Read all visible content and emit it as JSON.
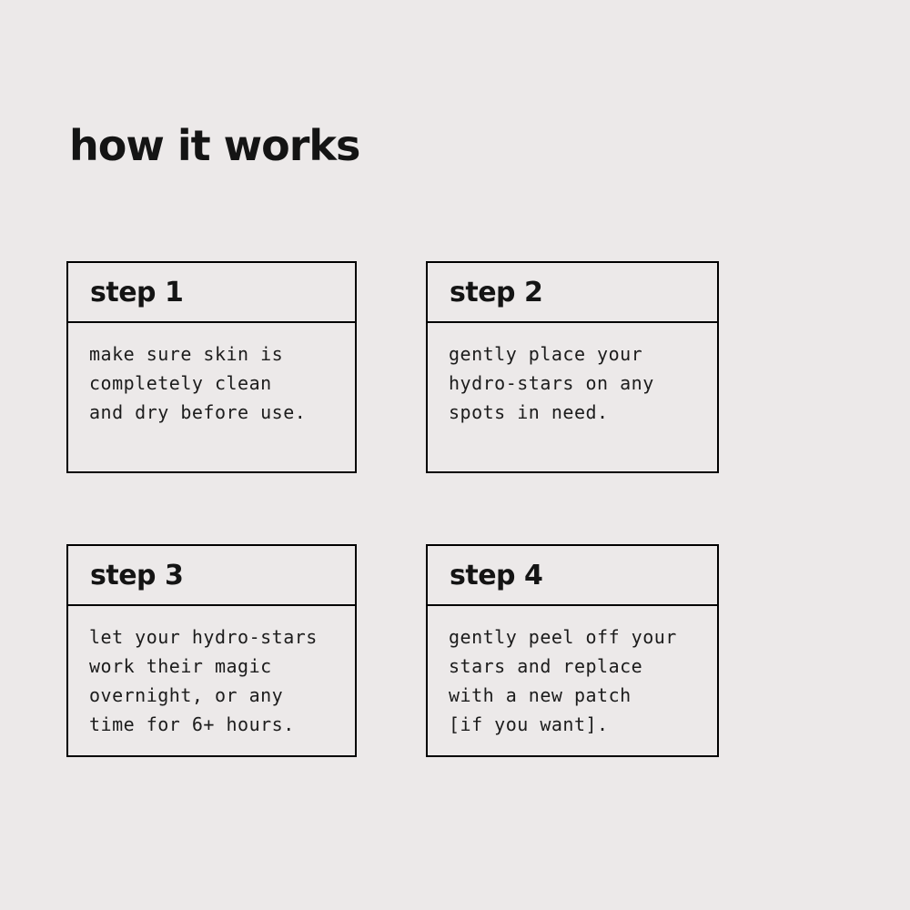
{
  "page": {
    "title": "how it works",
    "background_color": "#ECE9E9",
    "card_border_color": "#000000",
    "text_color": "#141414"
  },
  "steps": [
    {
      "label": "step 1",
      "description": "make sure skin is\ncompletely clean\nand dry before use."
    },
    {
      "label": "step 2",
      "description": "gently place your\nhydro-stars on any\nspots in need."
    },
    {
      "label": "step 3",
      "description": "let your hydro-stars\nwork their magic\novernight, or any\ntime for 6+ hours."
    },
    {
      "label": "step 4",
      "description": "gently peel off your\nstars and replace\nwith a new patch\n[if you want]."
    }
  ]
}
